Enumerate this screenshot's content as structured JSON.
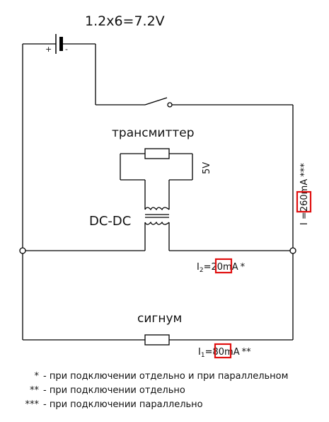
{
  "battery_label": "1.2x6=7.2V",
  "battery_plus": "+",
  "battery_minus": "-",
  "transmitter_label": "трансмиттер",
  "voltage_5v": "5V",
  "dcdc_label": "DC-DC",
  "signum_label": "сигнум",
  "current_main": {
    "prefix": "I =",
    "value": "260",
    "suffix": "mA",
    "stars": "***"
  },
  "current_i2": {
    "prefix": "I",
    "sub": "2",
    "eq": "=",
    "value": "20",
    "suffix": "mA",
    "stars": "*"
  },
  "current_i1": {
    "prefix": "I",
    "sub": "1",
    "eq": "=",
    "value": "80",
    "suffix": "mA",
    "stars": "**"
  },
  "notes": [
    {
      "mark": "*",
      "text": "- при подключении отдельно и при параллельном"
    },
    {
      "mark": "**",
      "text": "- при подключении отдельно"
    },
    {
      "mark": "***",
      "text": "- при подключении параллельно"
    }
  ],
  "colors": {
    "highlight": "#e01010",
    "line": "#000000"
  }
}
